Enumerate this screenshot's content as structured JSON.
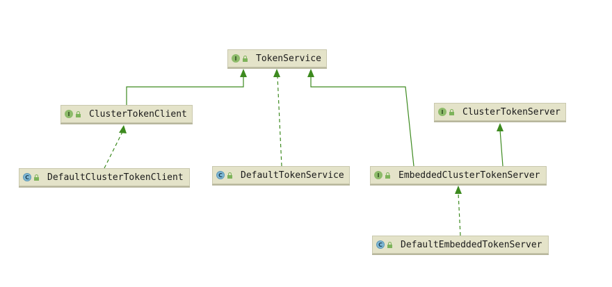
{
  "diagram": {
    "nodes": {
      "token_service": {
        "name": "TokenService",
        "kind": "interface",
        "badge": "I"
      },
      "cluster_token_client": {
        "name": "ClusterTokenClient",
        "kind": "interface",
        "badge": "I"
      },
      "cluster_token_server": {
        "name": "ClusterTokenServer",
        "kind": "interface",
        "badge": "I"
      },
      "default_cluster_token_client": {
        "name": "DefaultClusterTokenClient",
        "kind": "class",
        "badge": "C"
      },
      "default_token_service": {
        "name": "DefaultTokenService",
        "kind": "class",
        "badge": "C"
      },
      "embedded_cluster_token_server": {
        "name": "EmbeddedClusterTokenServer",
        "kind": "interface",
        "badge": "I"
      },
      "default_embedded_token_server": {
        "name": "DefaultEmbeddedTokenServer",
        "kind": "class",
        "badge": "C"
      }
    },
    "edges": [
      {
        "from": "ClusterTokenClient",
        "to": "TokenService",
        "type": "extends"
      },
      {
        "from": "DefaultTokenService",
        "to": "TokenService",
        "type": "implements"
      },
      {
        "from": "EmbeddedClusterTokenServer",
        "to": "TokenService",
        "type": "extends"
      },
      {
        "from": "DefaultClusterTokenClient",
        "to": "ClusterTokenClient",
        "type": "implements"
      },
      {
        "from": "EmbeddedClusterTokenServer",
        "to": "ClusterTokenServer",
        "type": "extends"
      },
      {
        "from": "DefaultEmbeddedTokenServer",
        "to": "EmbeddedClusterTokenServer",
        "type": "implements"
      }
    ],
    "colors": {
      "edge": "#3d8a1f",
      "node_fill": "#e4e3c9",
      "interface_badge": "#8dbb6a",
      "class_badge": "#7fb8d6"
    }
  }
}
